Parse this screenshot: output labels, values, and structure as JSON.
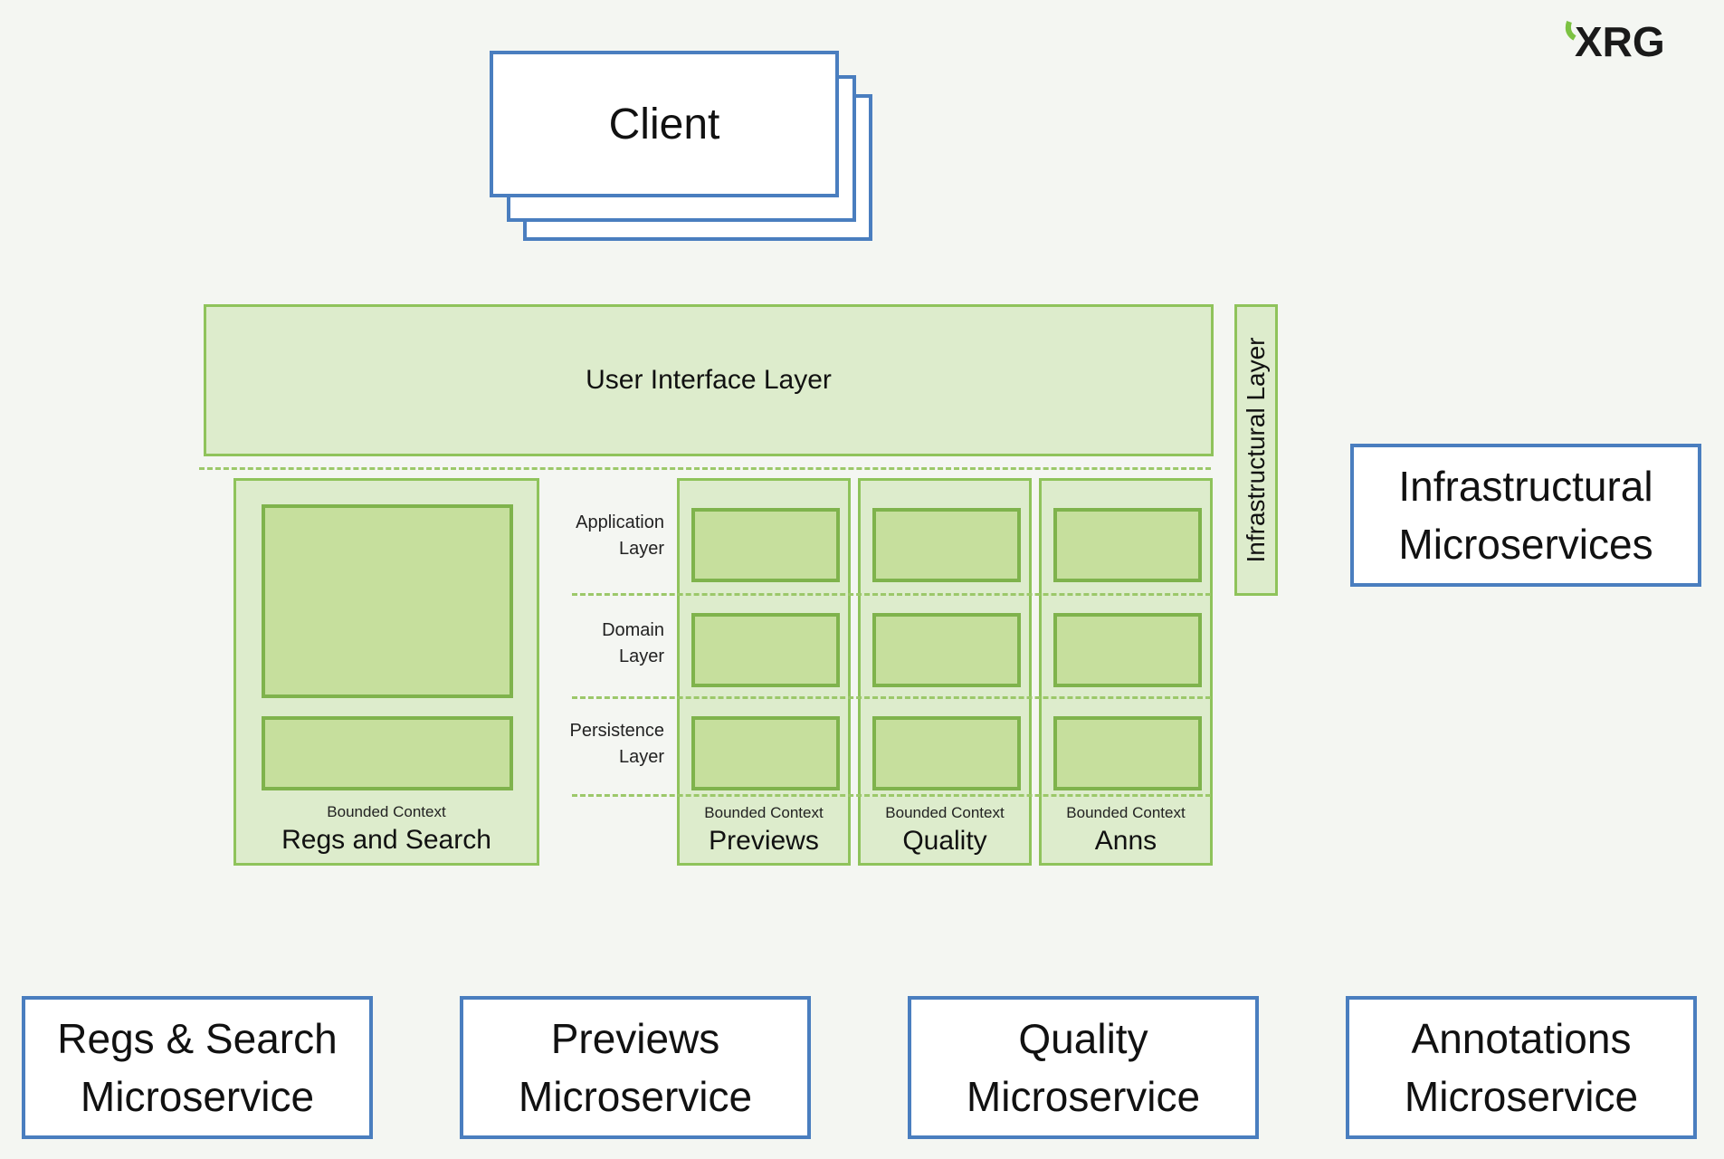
{
  "logo": {
    "text": "XRG"
  },
  "client": {
    "label": "Client"
  },
  "ui_layer": {
    "label": "User Interface Layer"
  },
  "infra_layer": {
    "label": "Infrastructural Layer"
  },
  "infra_microservices": {
    "label": "Infrastructural\nMicroservices"
  },
  "layers": {
    "application": "Application\nLayer",
    "domain": "Domain\nLayer",
    "persistence": "Persistence\nLayer"
  },
  "bounded_contexts": [
    {
      "caption": "Bounded Context",
      "name": "Regs and Search"
    },
    {
      "caption": "Bounded Context",
      "name": "Previews"
    },
    {
      "caption": "Bounded Context",
      "name": "Quality"
    },
    {
      "caption": "Bounded Context",
      "name": "Anns"
    }
  ],
  "microservices": [
    {
      "label": "Regs & Search\nMicroservice"
    },
    {
      "label": "Previews\nMicroservice"
    },
    {
      "label": "Quality\nMicroservice"
    },
    {
      "label": "Annotations\nMicroservice"
    }
  ],
  "colors": {
    "blue_border": "#4a7ebf",
    "green_border": "#8fc35b",
    "green_fill": "#c6df9d",
    "panel_fill": "#ddeccc",
    "logo_green": "#7cc242"
  }
}
